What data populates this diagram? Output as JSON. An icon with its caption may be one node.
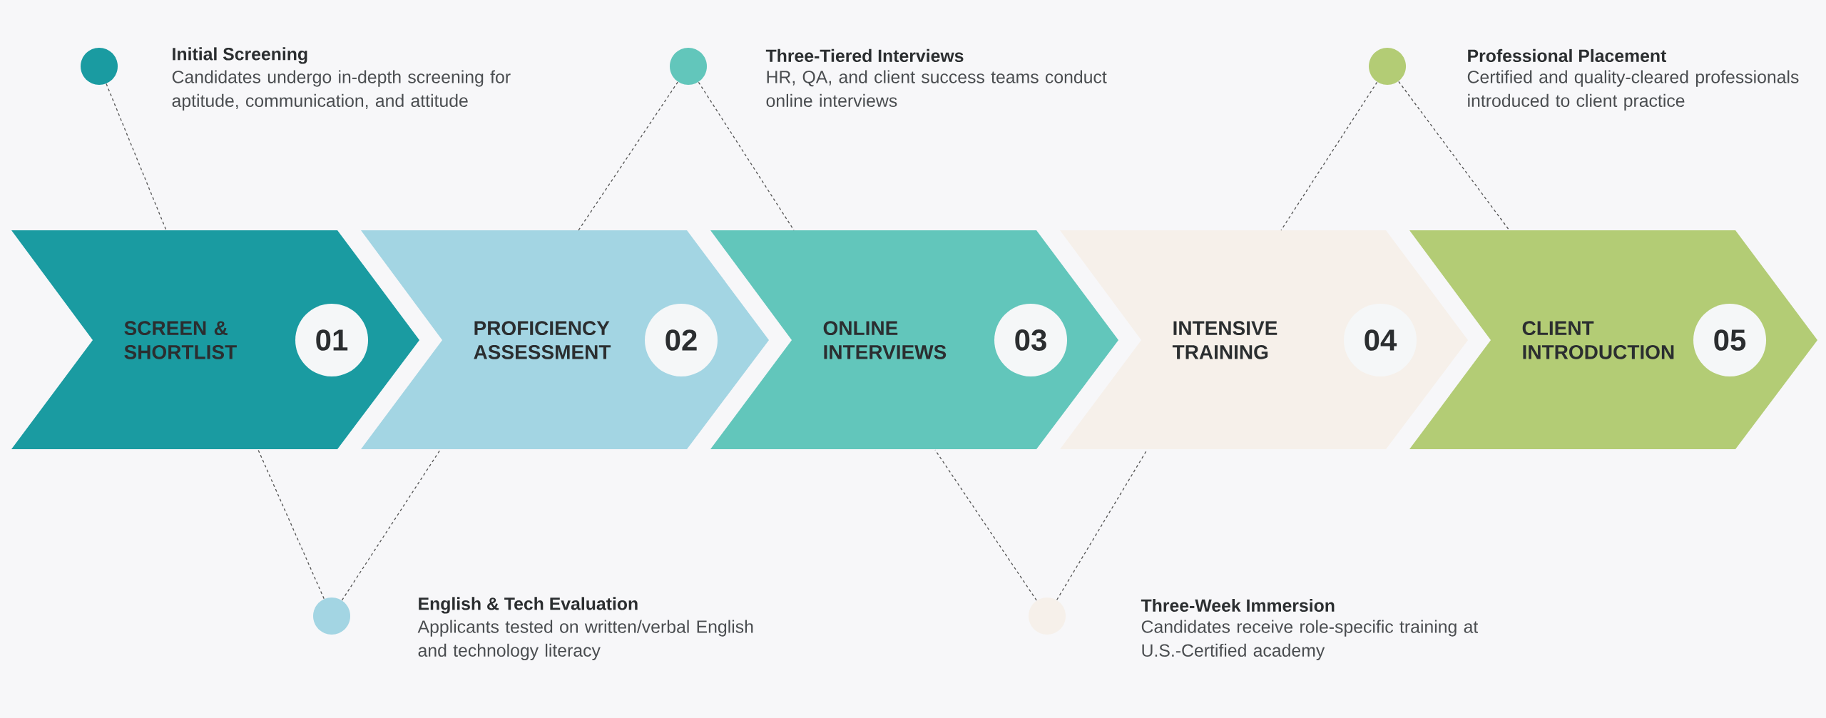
{
  "diagram": {
    "nodes": [
      {
        "text": [],
        "shape": "circle",
        "beside": [
          "Initial Screening",
          "Candidates undergo in-depth screening for aptitude, communication, and attitude"
        ]
      },
      {
        "text": [],
        "shape": "circle",
        "beside": [
          "Three-Tiered Interviews",
          "HR, QA, and client success teams conduct online interviews"
        ]
      },
      {
        "text": [],
        "shape": "circle",
        "beside": [
          "Professional Placement",
          "Certified and quality-cleared professionals introduced to client practice"
        ]
      },
      {
        "text": [
          "SCREEN & SHORTLIST"
        ]
      },
      {
        "text": [
          "01"
        ],
        "in": 3
      },
      {
        "text": [
          "PROFICIENCY ASSESSMENT"
        ]
      },
      {
        "text": [
          "02"
        ],
        "in": 5
      },
      {
        "text": [
          "ONLINE INTERVIEWS"
        ]
      },
      {
        "text": [
          "03"
        ],
        "in": 7
      },
      {
        "text": [
          "INTENSIVE TRAINING"
        ]
      },
      {
        "text": [
          "04"
        ],
        "in": 9
      },
      {
        "text": [
          "CLIENT INTRODUCTION"
        ]
      },
      {
        "text": [
          "05"
        ],
        "in": 11
      },
      {
        "text": [],
        "shape": "circle",
        "beside": [
          "English & Tech Evaluation",
          "Applicants tested on written/verbal English and technology literacy"
        ]
      },
      {
        "text": [],
        "shape": "circle",
        "beside": [
          "Three-Week Immersion",
          "Candidates receive role-specific training at U.S.-Certified academy"
        ]
      }
    ],
    "edges": [
      {
        "from": 0,
        "to": 3,
        "arrow": "none",
        "style": "dashed"
      },
      {
        "from": 13,
        "to": 3,
        "arrow": "none",
        "style": "dashed"
      },
      {
        "from": 13,
        "to": 5,
        "arrow": "none",
        "style": "dashed"
      },
      {
        "from": 1,
        "to": 5,
        "arrow": "none",
        "style": "dashed"
      },
      {
        "from": 1,
        "to": 7,
        "arrow": "none",
        "style": "dashed"
      },
      {
        "from": 14,
        "to": 7,
        "arrow": "none",
        "style": "dashed"
      },
      {
        "from": 14,
        "to": 9,
        "arrow": "none",
        "style": "dashed"
      },
      {
        "from": 2,
        "to": 9,
        "arrow": "none",
        "style": "dashed"
      },
      {
        "from": 2,
        "to": 11,
        "arrow": "none",
        "style": "dashed"
      }
    ]
  }
}
